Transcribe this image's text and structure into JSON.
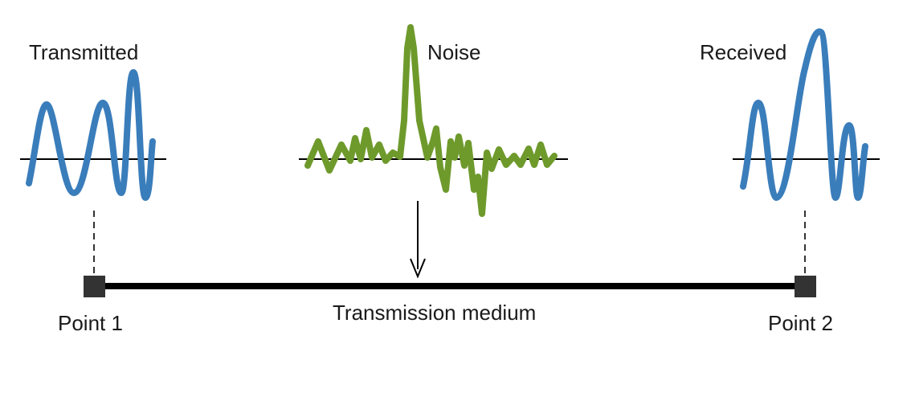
{
  "labels": {
    "transmitted": "Transmitted",
    "noise": "Noise",
    "received": "Received",
    "point1": "Point 1",
    "point2": "Point 2",
    "medium": "Transmission medium"
  },
  "colors": {
    "signal": "#3a7dbb",
    "noise": "#6e9a2c",
    "line": "#000000",
    "endpoint": "#333333",
    "text": "#1a1a1a"
  }
}
